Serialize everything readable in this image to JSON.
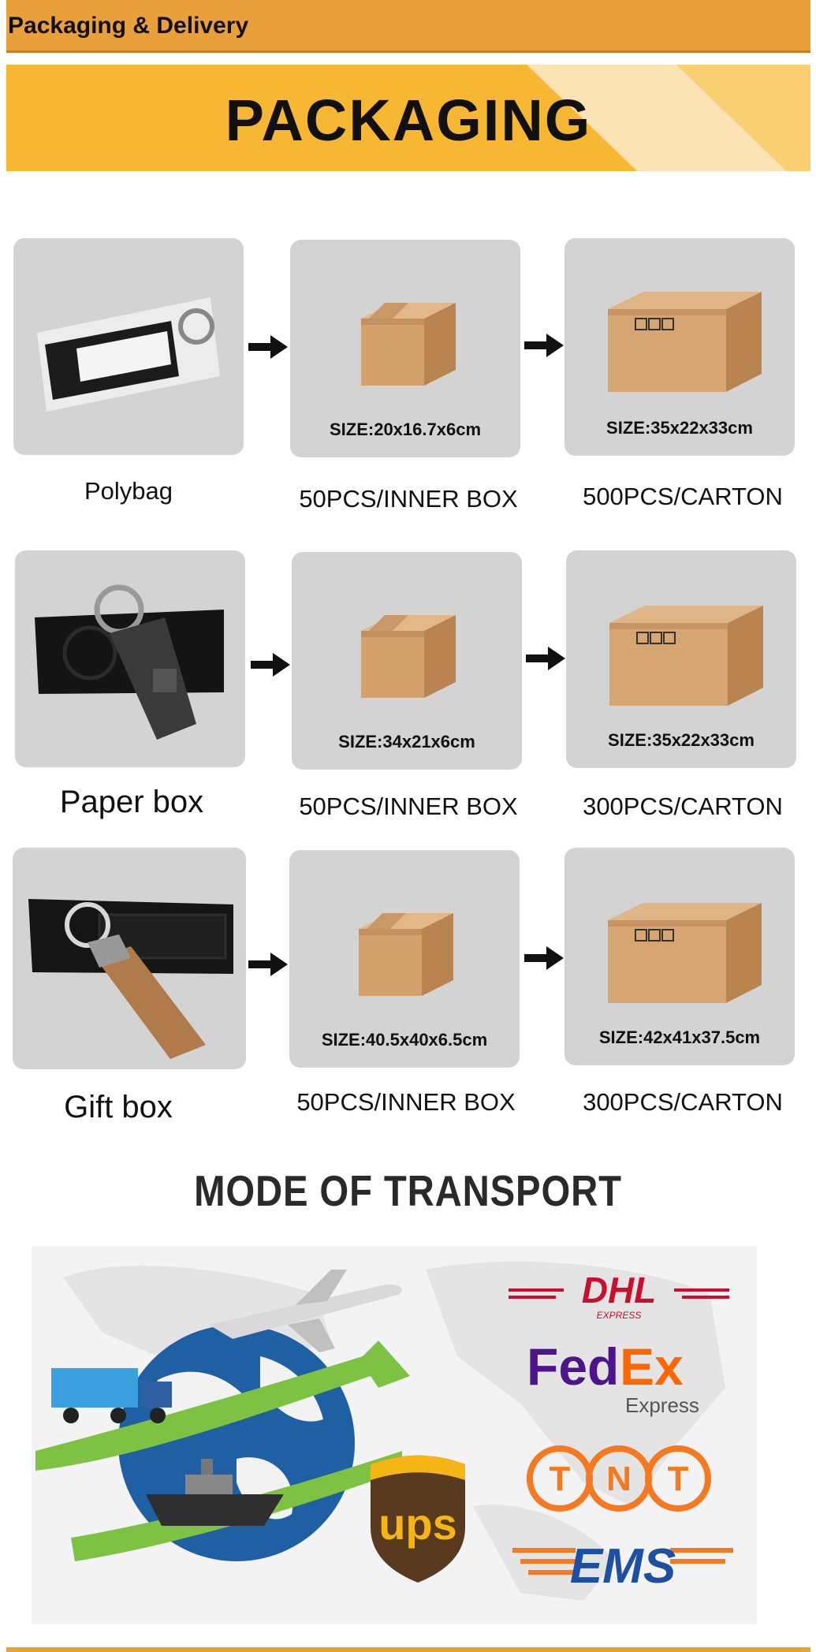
{
  "header": {
    "title": "Packaging & Delivery"
  },
  "banner": {
    "title": "PACKAGING"
  },
  "rows": [
    {
      "item": "Polybag",
      "inner": {
        "size": "SIZE:20x16.7x6cm",
        "caption": "50PCS/INNER BOX"
      },
      "carton": {
        "size": "SIZE:35x22x33cm",
        "caption": "500PCS/CARTON"
      }
    },
    {
      "item": "Paper box",
      "inner": {
        "size": "SIZE:34x21x6cm",
        "caption": "50PCS/INNER BOX"
      },
      "carton": {
        "size": "SIZE:35x22x33cm",
        "caption": "300PCS/CARTON"
      }
    },
    {
      "item": "Gift box",
      "inner": {
        "size": "SIZE:40.5x40x6.5cm",
        "caption": "50PCS/INNER BOX"
      },
      "carton": {
        "size": "SIZE:42x41x37.5cm",
        "caption": "300PCS/CARTON"
      }
    }
  ],
  "transport": {
    "title": "MODE OF TRANSPORT",
    "carriers": {
      "dhl": "DHL",
      "dhl_sub": "EXPRESS",
      "fedex_fed": "Fed",
      "fedex_ex": "Ex",
      "fedex_sub": "Express",
      "tnt": [
        "T",
        "N",
        "T"
      ],
      "ems": "EMS",
      "ups": "ups"
    }
  },
  "colors": {
    "header": "#e9a03a",
    "banner": "#f7b733",
    "card": "#d3d3d3",
    "dhl": "#c8102e",
    "fedex_purple": "#4d148c",
    "fedex_orange": "#ff6600",
    "tnt": "#f47920",
    "ems": "#1d4fa3",
    "ups_brown": "#5a3a1e",
    "ups_gold": "#f5b514"
  }
}
